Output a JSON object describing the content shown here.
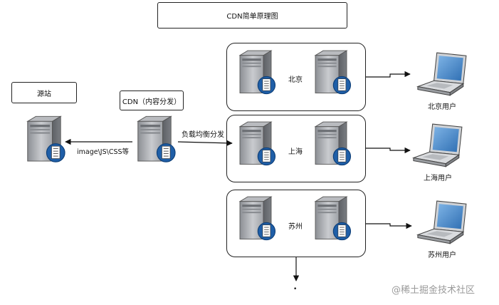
{
  "title": "CDN简单原理图",
  "origin": {
    "label": "源站"
  },
  "cdn": {
    "label": "CDN（内容分发）"
  },
  "edges": {
    "origin_link_label": "image\\JS\\CSS等",
    "balance_label": "负载均衡分发"
  },
  "regions": [
    {
      "name": "北京",
      "user_label": "北京用户"
    },
    {
      "name": "上海",
      "user_label": "上海用户"
    },
    {
      "name": "苏州",
      "user_label": "苏州用户"
    }
  ],
  "more_indicator": "•",
  "watermark": "@稀土掘金技术社区",
  "icons": {
    "server": "server-icon",
    "laptop": "laptop-icon"
  }
}
